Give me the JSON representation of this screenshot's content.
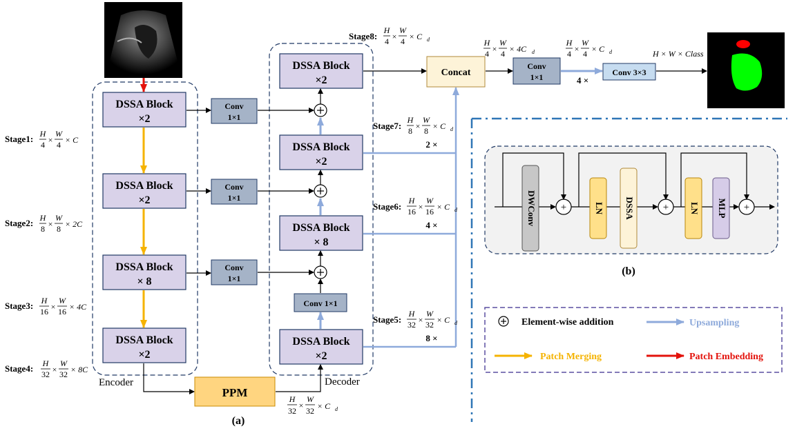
{
  "colors": {
    "purple_block": "#d9d2e9",
    "gray_conv": "#a5b3c7",
    "ppm": "#ffd580",
    "concat": "#fdf3d8",
    "conv_light": "#c6dcf0",
    "upsampling": "#8eaadb",
    "patch_merging": "#f5b301",
    "patch_embedding": "#e3120b",
    "yellow_ln": "#ffe08a",
    "mlp": "#d6cce8",
    "dwconv": "#c7c7c7"
  },
  "encoder": {
    "label": "Encoder",
    "blocks": [
      {
        "name": "DSSA Block",
        "mult": "×2"
      },
      {
        "name": "DSSA Block",
        "mult": "×2"
      },
      {
        "name": "DSSA Block",
        "mult": "× 8"
      },
      {
        "name": "DSSA Block",
        "mult": "×2"
      }
    ],
    "stages": [
      {
        "label": "Stage1:",
        "num_h": "H",
        "den_h": "4",
        "num_w": "W",
        "den_w": "4",
        "tail": "× C"
      },
      {
        "label": "Stage2:",
        "num_h": "H",
        "den_h": "8",
        "num_w": "W",
        "den_w": "8",
        "tail": "× 2C"
      },
      {
        "label": "Stage3:",
        "num_h": "H",
        "den_h": "16",
        "num_w": "W",
        "den_w": "16",
        "tail": "× 4C"
      },
      {
        "label": "Stage4:",
        "num_h": "H",
        "den_h": "32",
        "num_w": "W",
        "den_w": "32",
        "tail": "× 8C"
      }
    ]
  },
  "skip_convs": [
    {
      "l1": "Conv",
      "l2": "1×1"
    },
    {
      "l1": "Conv",
      "l2": "1×1"
    },
    {
      "l1": "Conv",
      "l2": "1×1"
    }
  ],
  "decoder": {
    "label": "Decoder",
    "blocks": [
      {
        "name": "DSSA Block",
        "mult": "×2"
      },
      {
        "name": "DSSA Block",
        "mult": "×2"
      },
      {
        "name": "DSSA Block",
        "mult": "× 8"
      },
      {
        "name": "DSSA Block",
        "mult": "×2"
      }
    ],
    "conv_label": "Conv 1×1",
    "stages": [
      {
        "label": "Stage8:",
        "num_h": "H",
        "den_h": "4",
        "num_w": "W",
        "den_w": "4",
        "tail": "× C"
      },
      {
        "label": "Stage7:",
        "num_h": "H",
        "den_h": "8",
        "num_w": "W",
        "den_w": "8",
        "tail": "× C",
        "up": "2 ×"
      },
      {
        "label": "Stage6:",
        "num_h": "H",
        "den_h": "16",
        "num_w": "W",
        "den_w": "16",
        "tail": "× C",
        "up": "4 ×"
      },
      {
        "label": "Stage5:",
        "num_h": "H",
        "den_h": "32",
        "num_w": "W",
        "den_w": "32",
        "tail": "× C",
        "up": "8 ×"
      }
    ],
    "sub": "d"
  },
  "ppm": {
    "label": "PPM",
    "num_h": "H",
    "den_h": "32",
    "num_w": "W",
    "den_w": "32",
    "tail": "× C"
  },
  "head": {
    "concat": "Concat",
    "concat_dim": {
      "num_h": "H",
      "den_h": "4",
      "num_w": "W",
      "den_w": "4",
      "tail": "× 4C"
    },
    "conv1": {
      "l1": "Conv",
      "l2": "1×1"
    },
    "conv1_dim": {
      "num_h": "H",
      "den_h": "4",
      "num_w": "W",
      "den_w": "4",
      "tail": "× C"
    },
    "up": "4 ×",
    "conv3": "Conv 3×3",
    "out_dim": "H × W × Class"
  },
  "caption_a": "(a)",
  "caption_b": "(b)",
  "block_b": {
    "dwconv": "DWConv",
    "ln1": "LN",
    "dssa": "DSSA",
    "ln2": "LN",
    "mlp": "MLP",
    "plus": "+"
  },
  "legend": {
    "addition": "Element-wise addition",
    "upsampling": "Upsampling",
    "patch_merging": "Patch Merging",
    "patch_embedding": "Patch Embedding"
  }
}
